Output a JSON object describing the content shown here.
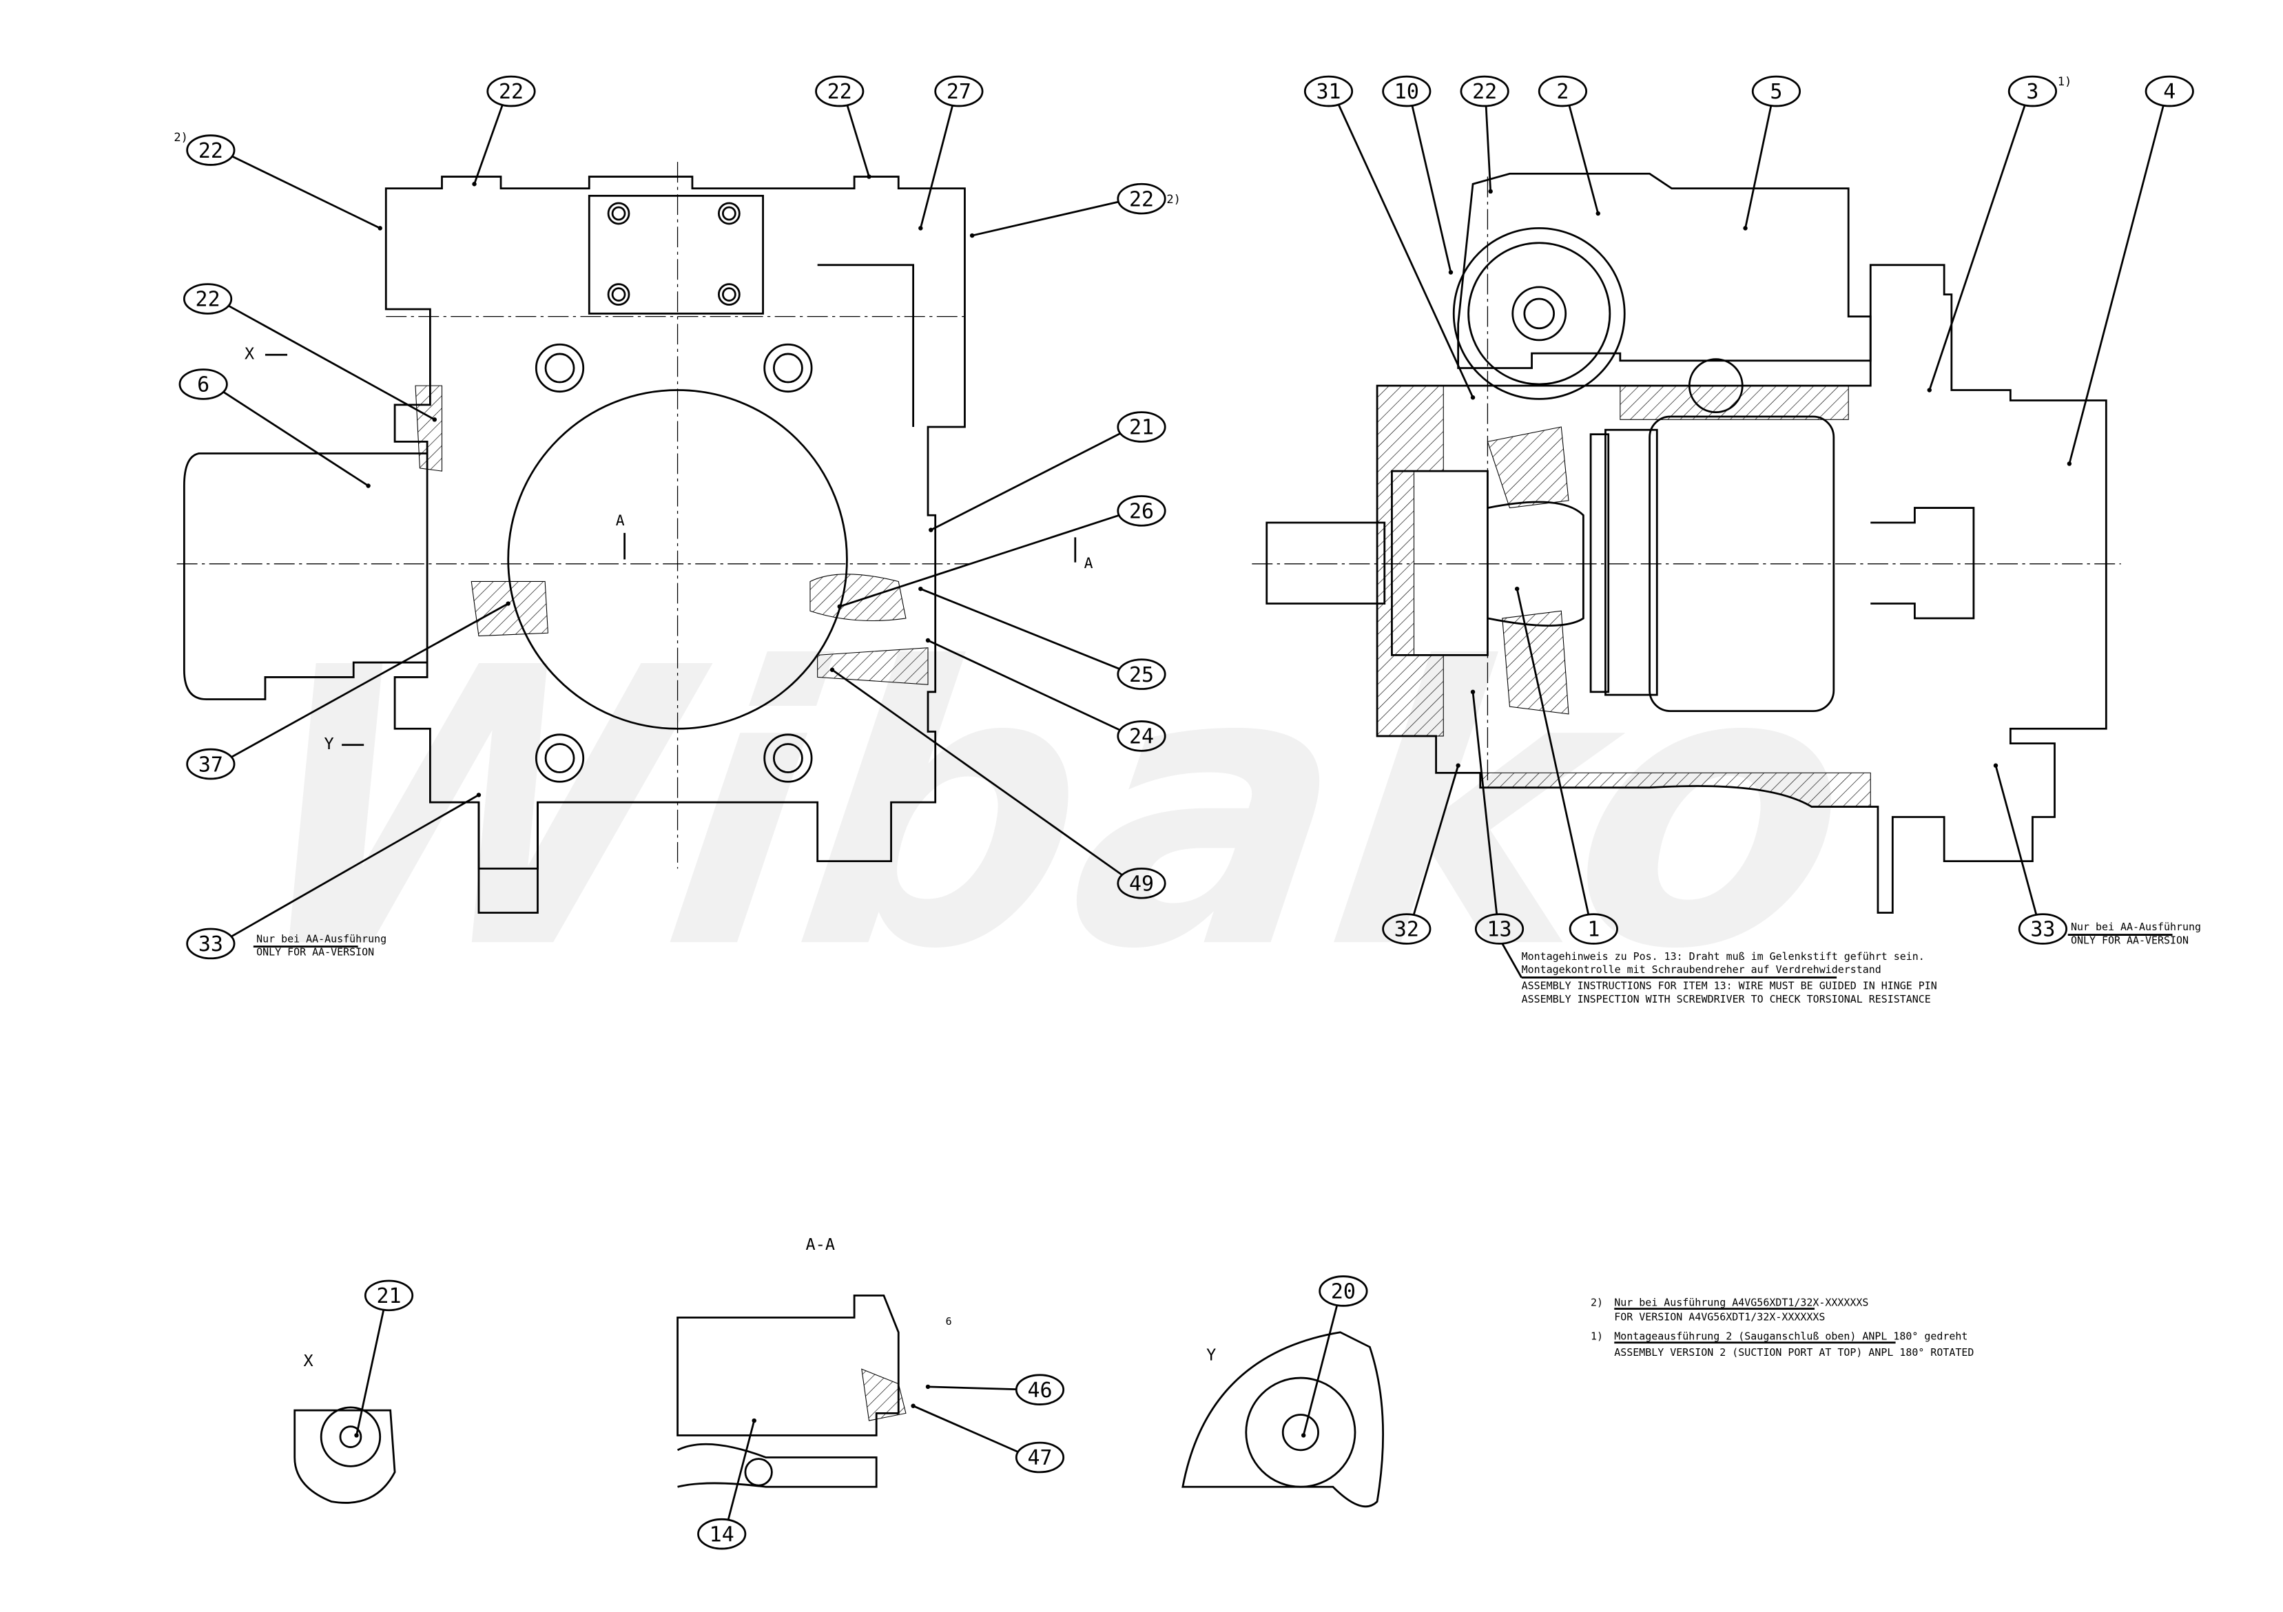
{
  "watermark": "Wibako",
  "balloons": {
    "left": [
      "22",
      "22",
      "27",
      "22",
      "22",
      "22",
      "6",
      "21",
      "26",
      "25",
      "24",
      "37",
      "49",
      "33"
    ],
    "right": [
      "31",
      "10",
      "22",
      "2",
      "5",
      "3",
      "4",
      "32",
      "13",
      "1",
      "33"
    ],
    "bottom": [
      "21",
      "46",
      "47",
      "14",
      "20"
    ]
  },
  "footnote_marks": {
    "left_22a": "2)",
    "left_22b": "2)",
    "right_3": "1)"
  },
  "view_labels": {
    "x_arrow": "X",
    "y_arrow": "Y",
    "section_a1": "A",
    "section_a2": "A",
    "section_title": "A-A",
    "view_x": "X",
    "view_y": "Y",
    "dim_6": "6"
  },
  "notes": {
    "aa_de": "Nur bei AA-Ausführung",
    "aa_en": "ONLY FOR AA-VERSION",
    "aa2_de": "Nur bei AA-Ausführung",
    "aa2_en": "ONLY FOR AA-VERSION",
    "assembly_de1": "Montagehinweis zu Pos. 13: Draht muß im Gelenkstift geführt sein.",
    "assembly_de2": "Montagekontrolle mit Schraubendreher auf Verdrehwiderstand",
    "assembly_en1": "ASSEMBLY INSTRUCTIONS FOR ITEM 13: WIRE MUST BE GUIDED IN HINGE PIN",
    "assembly_en2": "ASSEMBLY INSPECTION WITH SCREWDRIVER TO CHECK TORSIONAL RESISTANCE",
    "fn2_num": "2)",
    "fn2_de": "Nur bei Ausführung A4VG56XDT1/32X-XXXXXXS",
    "fn2_en": "FOR VERSION A4VG56XDT1/32X-XXXXXXS",
    "fn1_num": "1)",
    "fn1_de": "Montageausführung 2 (Sauganschluß oben) ANPL 180° gedreht",
    "fn1_en": "ASSEMBLY VERSION 2 (SUCTION PORT AT TOP) ANPL 180° ROTATED"
  }
}
